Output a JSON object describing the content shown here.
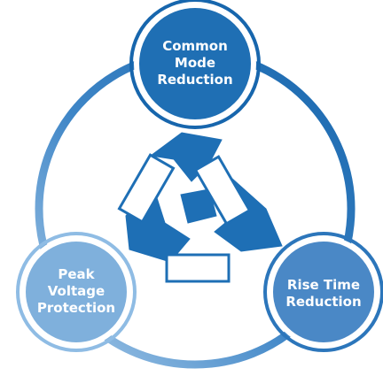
{
  "nodes": {
    "top": {
      "lines": [
        "Common",
        "Mode",
        "Reduction"
      ],
      "color": "#1f6fb4"
    },
    "right": {
      "lines": [
        "Rise Time",
        "Reduction"
      ],
      "color": "#4a88c6"
    },
    "left": {
      "lines": [
        "Peak",
        "Voltage",
        "Protection"
      ],
      "color": "#7fb0dc"
    }
  },
  "colors": {
    "ring_dark": "#1766ad",
    "ring_light": "#a9cbe9",
    "center_icon": "#1e6fb5",
    "node_border": "#ffffff"
  },
  "center_icon": "recycle-arrows-icon"
}
